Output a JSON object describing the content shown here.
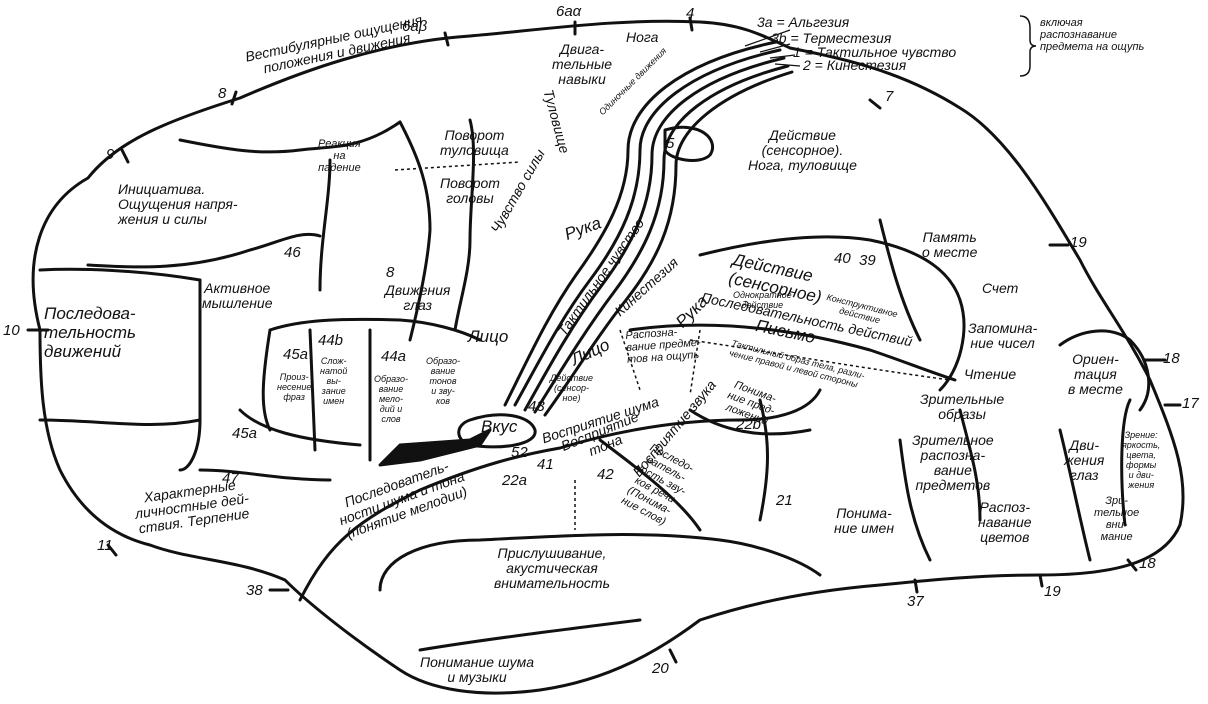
{
  "colors": {
    "ink": "#111111",
    "background": "#ffffff"
  },
  "legend": {
    "l3a": "3a = Альгезия",
    "l3b": "3b = Терместезия",
    "l1": "1 = Тактильное чувство",
    "l2": "2 = Кинестезия",
    "brace_note": "включая\nраспознавание\nпредмета на ощупь"
  },
  "areas": {
    "n6ab": "6aβ",
    "n6aa": "6aα",
    "n4": "4",
    "n7": "7",
    "n5": "5",
    "n8top": "8",
    "n9": "9",
    "n46": "46",
    "n8mid": "8",
    "n10": "10",
    "n44b": "44b",
    "n45a": "45a",
    "n44a": "44a",
    "n45a2": "45a",
    "n47": "47",
    "n11": "11",
    "n38": "38",
    "n43": "43",
    "n52": "52",
    "n41": "41",
    "n42": "42",
    "n22a": "22a",
    "n22b": "22b",
    "n21": "21",
    "n40": "40",
    "n39": "39",
    "n19a": "19",
    "n18a": "18",
    "n17": "17",
    "n18b": "18",
    "n19b": "19",
    "n37": "37",
    "n20": "20"
  },
  "labels": {
    "motor_skills": "Двига-\nтельные\nнавыки",
    "leg_motor": "Нога",
    "single_movements": "Одиночные движения",
    "trunk_motor": "Туловище",
    "vestibular": "Вестибулярные ощущения\nположения и движения",
    "fall_reaction": "Реакция\nна\nпадение",
    "trunk_turn": "Поворот\nтуловища",
    "head_turn": "Поворот\nголовы",
    "force_sense": "Чувство силы",
    "hand_motor": "Рука",
    "action_sensory": "Действие\n(сенсорное).\nНога, туловище",
    "initiative": "Инициатива.\nОщущения напря-\nжения и силы",
    "active_thinking": "Активное\nмышление",
    "eye_movements": "Движения\nглаз",
    "sequence_movements": "Последова-\nтельность\nдвижений",
    "face_motor": "Лицо",
    "tactile_sense": "Тактильное чувство",
    "kinesthesia": "Кинестезия",
    "hand_sensory": "Рука",
    "phrase_production": "Произ-\nнесение\nфраз",
    "syntax": "Слож-\nнатой\nвы-\nзание\nимен",
    "melody_words": "Образо-\nвание\nмело-\nдий и\nслов",
    "word_formation": "Образо-\nвание\nтонов\nи зву-\nков",
    "face_sensory": "Лицо",
    "action_sensory_face": "Действие\n(сенсор-\nное)",
    "object_recognition_touch": "Распозна-\nвание предме-\nтов на ощупь",
    "action_sensory_hand": "Действие\n(сенсорное)",
    "single_action": "Однократное\nдействие",
    "constructive_action": "Конструктивное\nдействие",
    "action_sequence": "Последовательность действий",
    "writing": "Письмо",
    "body_image": "Тактильный образ тела, разли-\nчение правой и левой стороны",
    "taste": "Вкус",
    "noise_perception": "Восприятие шума",
    "tone_perception": "Восприятие\nтона",
    "sound_perception": "Восприятие звука",
    "sentence_understanding": "Понима-\nние пред-\nложений",
    "sound_sequence": "Последо-\nватель-\nность зву-\nков речи\n(Понима-\nние слов)",
    "noise_tone_sequence": "Последователь-\nности шума и тона\n(понятие мелодии)",
    "character": "Характерные\nличностные дей-\nствия. Терпение",
    "listening": "Прислушивание,\nакустическая\nвнимательность",
    "noise_music": "Понимание шума\nи музыки",
    "names_understanding": "Понима-\nние имен",
    "place_memory": "Память\nо месте",
    "counting": "Счет",
    "number_memory": "Запомина-\nние чисел",
    "reading": "Чтение",
    "visual_images": "Зрительные\nобразы",
    "visual_object_recognition": "Зрительное\nраспозна-\nвание\nпредметов",
    "place_orientation": "Ориен-\nтация\nв месте",
    "eye_movements2": "Дви-\nжения\nглаз",
    "visual_attention": "Зри-\nтельное\nвни-\nмание",
    "color_recognition": "Распоз-\nнавание\nцветов",
    "visual_color_shape": "Зрение:\nяркость,\nцвета,\nформы\nи дви-\nжения"
  }
}
